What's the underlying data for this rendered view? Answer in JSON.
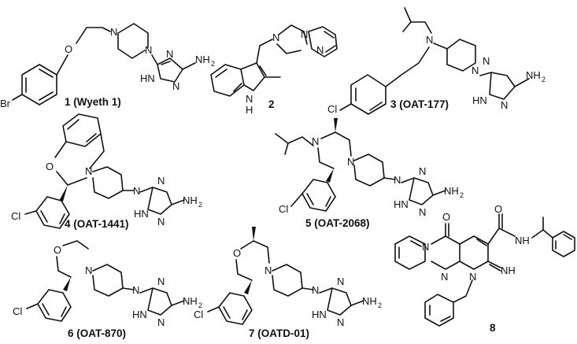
{
  "figure": {
    "compounds": [
      {
        "id": "c1",
        "label": "1  (Wyeth 1)"
      },
      {
        "id": "c2",
        "label": "2"
      },
      {
        "id": "c3",
        "label": "3 (OAT-177)"
      },
      {
        "id": "c4",
        "label": "4 (OAT-1441)"
      },
      {
        "id": "c5",
        "label": "5 (OAT-2068)"
      },
      {
        "id": "c6",
        "label": "6 (OAT-870)"
      },
      {
        "id": "c7",
        "label": "7 (OATD-01)"
      },
      {
        "id": "c8",
        "label": "8"
      }
    ],
    "atoms": {
      "N": "N",
      "O": "O",
      "Br": "Br",
      "Cl": "Cl",
      "HN": "HN",
      "H": "H",
      "NH": "NH",
      "NH2_main": "NH",
      "NH2_sub": "2",
      "HN_imine": "NH",
      "HN_left": "HN"
    }
  }
}
